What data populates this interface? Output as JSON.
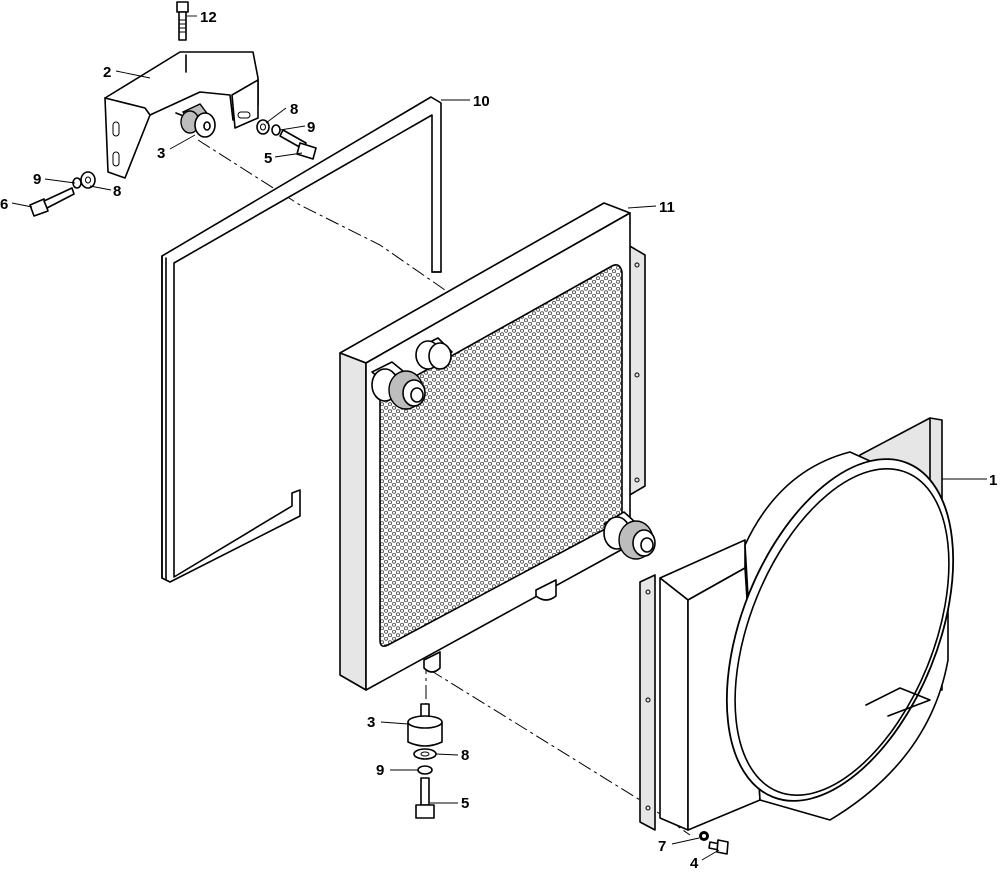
{
  "callouts": [
    {
      "id": "c1",
      "label": "1"
    },
    {
      "id": "c2",
      "label": "2"
    },
    {
      "id": "c3a",
      "label": "3"
    },
    {
      "id": "c3b",
      "label": "3"
    },
    {
      "id": "c4",
      "label": "4"
    },
    {
      "id": "c5a",
      "label": "5"
    },
    {
      "id": "c5b",
      "label": "5"
    },
    {
      "id": "c6",
      "label": "6"
    },
    {
      "id": "c7",
      "label": "7"
    },
    {
      "id": "c8a",
      "label": "8"
    },
    {
      "id": "c8b",
      "label": "8"
    },
    {
      "id": "c8c",
      "label": "8"
    },
    {
      "id": "c9a",
      "label": "9"
    },
    {
      "id": "c9b",
      "label": "9"
    },
    {
      "id": "c9c",
      "label": "9"
    },
    {
      "id": "c10",
      "label": "10"
    },
    {
      "id": "c11",
      "label": "11"
    },
    {
      "id": "c12",
      "label": "12"
    }
  ],
  "colors": {
    "line": "#000000",
    "background": "#ffffff",
    "core_fill": "#9a9a9a"
  }
}
